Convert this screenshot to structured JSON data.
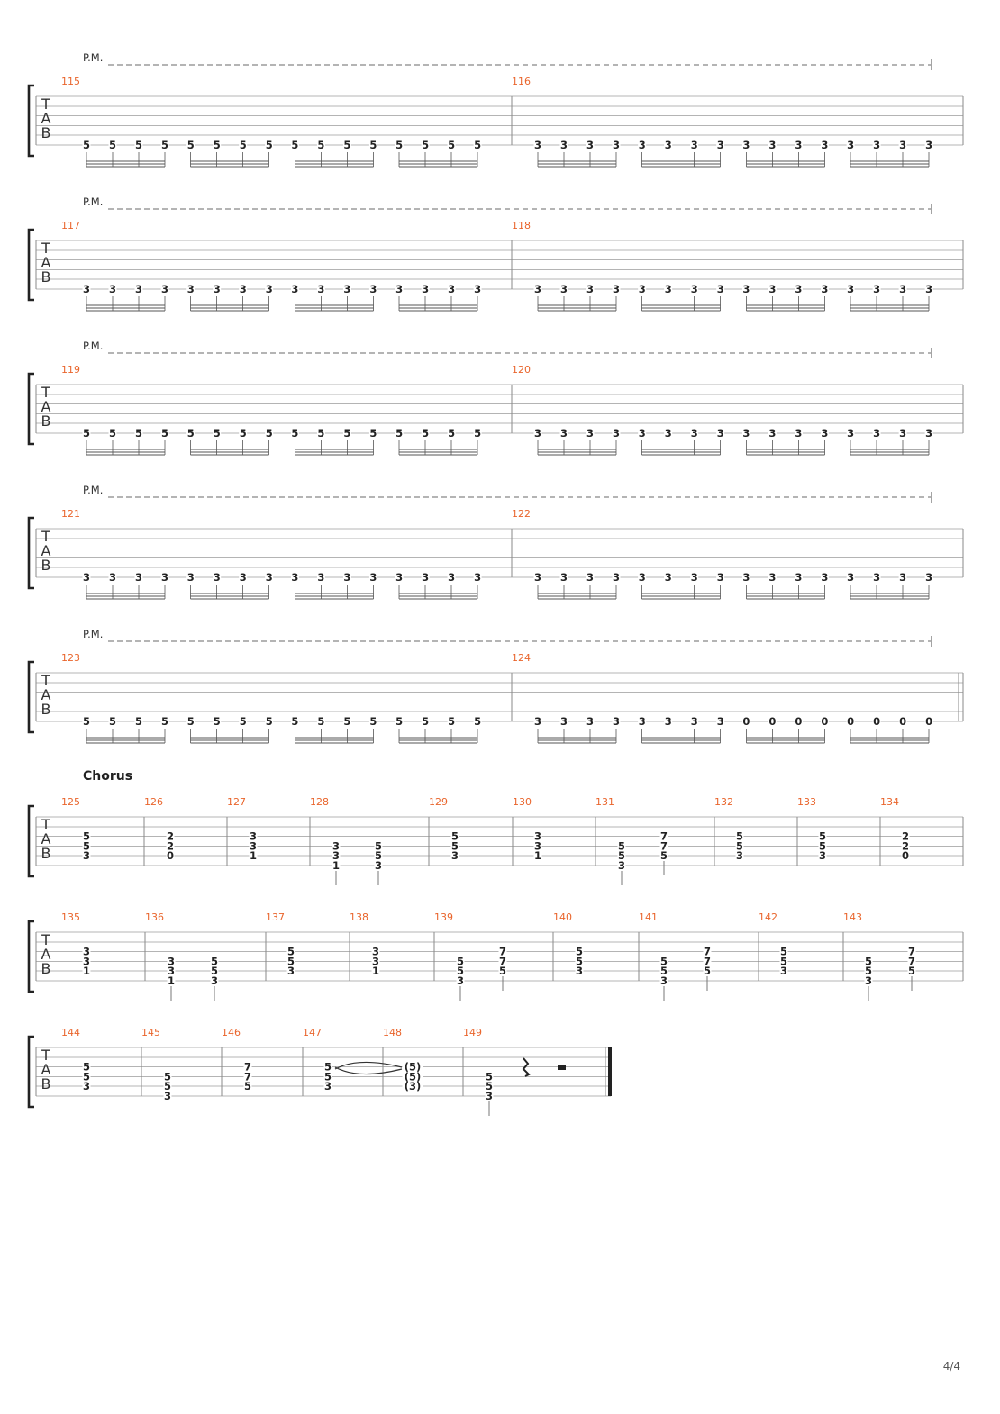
{
  "page_number": "4/4",
  "tab_letters": [
    "T",
    "A",
    "B"
  ],
  "pm_label": "P.M.",
  "section_label": "Chorus",
  "pm_systems": [
    {
      "measures": [
        {
          "number": "115",
          "notes": [
            "5",
            "5",
            "5",
            "5",
            "5",
            "5",
            "5",
            "5",
            "5",
            "5",
            "5",
            "5",
            "5",
            "5",
            "5",
            "5"
          ]
        },
        {
          "number": "116",
          "notes": [
            "3",
            "3",
            "3",
            "3",
            "3",
            "3",
            "3",
            "3",
            "3",
            "3",
            "3",
            "3",
            "3",
            "3",
            "3",
            "3"
          ]
        }
      ]
    },
    {
      "measures": [
        {
          "number": "117",
          "notes": [
            "3",
            "3",
            "3",
            "3",
            "3",
            "3",
            "3",
            "3",
            "3",
            "3",
            "3",
            "3",
            "3",
            "3",
            "3",
            "3"
          ]
        },
        {
          "number": "118",
          "notes": [
            "3",
            "3",
            "3",
            "3",
            "3",
            "3",
            "3",
            "3",
            "3",
            "3",
            "3",
            "3",
            "3",
            "3",
            "3",
            "3"
          ]
        }
      ]
    },
    {
      "measures": [
        {
          "number": "119",
          "notes": [
            "5",
            "5",
            "5",
            "5",
            "5",
            "5",
            "5",
            "5",
            "5",
            "5",
            "5",
            "5",
            "5",
            "5",
            "5",
            "5"
          ]
        },
        {
          "number": "120",
          "notes": [
            "3",
            "3",
            "3",
            "3",
            "3",
            "3",
            "3",
            "3",
            "3",
            "3",
            "3",
            "3",
            "3",
            "3",
            "3",
            "3"
          ]
        }
      ]
    },
    {
      "measures": [
        {
          "number": "121",
          "notes": [
            "3",
            "3",
            "3",
            "3",
            "3",
            "3",
            "3",
            "3",
            "3",
            "3",
            "3",
            "3",
            "3",
            "3",
            "3",
            "3"
          ]
        },
        {
          "number": "122",
          "notes": [
            "3",
            "3",
            "3",
            "3",
            "3",
            "3",
            "3",
            "3",
            "3",
            "3",
            "3",
            "3",
            "3",
            "3",
            "3",
            "3"
          ]
        }
      ]
    },
    {
      "measures": [
        {
          "number": "123",
          "notes": [
            "5",
            "5",
            "5",
            "5",
            "5",
            "5",
            "5",
            "5",
            "5",
            "5",
            "5",
            "5",
            "5",
            "5",
            "5",
            "5"
          ]
        },
        {
          "number": "124",
          "notes": [
            "3",
            "3",
            "3",
            "3",
            "3",
            "3",
            "3",
            "3",
            "0",
            "0",
            "0",
            "0",
            "0",
            "0",
            "0",
            "0"
          ]
        }
      ]
    }
  ],
  "chorus_systems": [
    {
      "measures": [
        {
          "number": "125",
          "chords": [
            {
              "frets": [
                [
                  3,
                  "5"
                ],
                [
                  4,
                  "5"
                ],
                [
                  5,
                  "3"
                ]
              ],
              "stem": false
            }
          ]
        },
        {
          "number": "126",
          "chords": [
            {
              "frets": [
                [
                  3,
                  "2"
                ],
                [
                  4,
                  "2"
                ],
                [
                  5,
                  "0"
                ]
              ],
              "stem": false
            }
          ]
        },
        {
          "number": "127",
          "chords": [
            {
              "frets": [
                [
                  3,
                  "3"
                ],
                [
                  4,
                  "3"
                ],
                [
                  5,
                  "1"
                ]
              ],
              "stem": false
            }
          ]
        },
        {
          "number": "128",
          "chords": [
            {
              "frets": [
                [
                  4,
                  "3"
                ],
                [
                  5,
                  "3"
                ],
                [
                  6,
                  "1"
                ]
              ],
              "stem": true
            },
            {
              "frets": [
                [
                  4,
                  "5"
                ],
                [
                  5,
                  "5"
                ],
                [
                  6,
                  "3"
                ]
              ],
              "stem": true
            }
          ]
        },
        {
          "number": "129",
          "chords": [
            {
              "frets": [
                [
                  3,
                  "5"
                ],
                [
                  4,
                  "5"
                ],
                [
                  5,
                  "3"
                ]
              ],
              "stem": false
            }
          ]
        },
        {
          "number": "130",
          "chords": [
            {
              "frets": [
                [
                  3,
                  "3"
                ],
                [
                  4,
                  "3"
                ],
                [
                  5,
                  "1"
                ]
              ],
              "stem": false
            }
          ]
        },
        {
          "number": "131",
          "chords": [
            {
              "frets": [
                [
                  4,
                  "5"
                ],
                [
                  5,
                  "5"
                ],
                [
                  6,
                  "3"
                ]
              ],
              "stem": true
            },
            {
              "frets": [
                [
                  3,
                  "7"
                ],
                [
                  4,
                  "7"
                ],
                [
                  5,
                  "5"
                ]
              ],
              "stem": true
            }
          ]
        },
        {
          "number": "132",
          "chords": [
            {
              "frets": [
                [
                  3,
                  "5"
                ],
                [
                  4,
                  "5"
                ],
                [
                  5,
                  "3"
                ]
              ],
              "stem": false
            }
          ]
        },
        {
          "number": "133",
          "chords": [
            {
              "frets": [
                [
                  3,
                  "5"
                ],
                [
                  4,
                  "5"
                ],
                [
                  5,
                  "3"
                ]
              ],
              "stem": false
            }
          ]
        },
        {
          "number": "134",
          "chords": [
            {
              "frets": [
                [
                  3,
                  "2"
                ],
                [
                  4,
                  "2"
                ],
                [
                  5,
                  "0"
                ]
              ],
              "stem": false
            }
          ]
        }
      ]
    },
    {
      "measures": [
        {
          "number": "135",
          "chords": [
            {
              "frets": [
                [
                  3,
                  "3"
                ],
                [
                  4,
                  "3"
                ],
                [
                  5,
                  "1"
                ]
              ],
              "stem": false
            }
          ]
        },
        {
          "number": "136",
          "chords": [
            {
              "frets": [
                [
                  4,
                  "3"
                ],
                [
                  5,
                  "3"
                ],
                [
                  6,
                  "1"
                ]
              ],
              "stem": true
            },
            {
              "frets": [
                [
                  4,
                  "5"
                ],
                [
                  5,
                  "5"
                ],
                [
                  6,
                  "3"
                ]
              ],
              "stem": true
            }
          ]
        },
        {
          "number": "137",
          "chords": [
            {
              "frets": [
                [
                  3,
                  "5"
                ],
                [
                  4,
                  "5"
                ],
                [
                  5,
                  "3"
                ]
              ],
              "stem": false
            }
          ]
        },
        {
          "number": "138",
          "chords": [
            {
              "frets": [
                [
                  3,
                  "3"
                ],
                [
                  4,
                  "3"
                ],
                [
                  5,
                  "1"
                ]
              ],
              "stem": false
            }
          ]
        },
        {
          "number": "139",
          "chords": [
            {
              "frets": [
                [
                  4,
                  "5"
                ],
                [
                  5,
                  "5"
                ],
                [
                  6,
                  "3"
                ]
              ],
              "stem": true
            },
            {
              "frets": [
                [
                  3,
                  "7"
                ],
                [
                  4,
                  "7"
                ],
                [
                  5,
                  "5"
                ]
              ],
              "stem": true
            }
          ]
        },
        {
          "number": "140",
          "chords": [
            {
              "frets": [
                [
                  3,
                  "5"
                ],
                [
                  4,
                  "5"
                ],
                [
                  5,
                  "3"
                ]
              ],
              "stem": false
            }
          ]
        },
        {
          "number": "141",
          "chords": [
            {
              "frets": [
                [
                  4,
                  "5"
                ],
                [
                  5,
                  "5"
                ],
                [
                  6,
                  "3"
                ]
              ],
              "stem": true
            },
            {
              "frets": [
                [
                  3,
                  "7"
                ],
                [
                  4,
                  "7"
                ],
                [
                  5,
                  "5"
                ]
              ],
              "stem": true
            }
          ]
        },
        {
          "number": "142",
          "chords": [
            {
              "frets": [
                [
                  3,
                  "5"
                ],
                [
                  4,
                  "5"
                ],
                [
                  5,
                  "3"
                ]
              ],
              "stem": false
            }
          ]
        },
        {
          "number": "143",
          "chords": [
            {
              "frets": [
                [
                  4,
                  "5"
                ],
                [
                  5,
                  "5"
                ],
                [
                  6,
                  "3"
                ]
              ],
              "stem": true
            },
            {
              "frets": [
                [
                  3,
                  "7"
                ],
                [
                  4,
                  "7"
                ],
                [
                  5,
                  "5"
                ]
              ],
              "stem": true
            }
          ]
        }
      ]
    },
    {
      "measures": [
        {
          "number": "144",
          "chords": [
            {
              "frets": [
                [
                  3,
                  "5"
                ],
                [
                  4,
                  "5"
                ],
                [
                  5,
                  "3"
                ]
              ],
              "stem": false
            }
          ]
        },
        {
          "number": "145",
          "chords": [
            {
              "frets": [
                [
                  4,
                  "5"
                ],
                [
                  5,
                  "5"
                ],
                [
                  6,
                  "3"
                ]
              ],
              "stem": false
            }
          ]
        },
        {
          "number": "146",
          "chords": [
            {
              "frets": [
                [
                  3,
                  "7"
                ],
                [
                  4,
                  "7"
                ],
                [
                  5,
                  "5"
                ]
              ],
              "stem": false
            }
          ]
        },
        {
          "number": "147",
          "chords": [
            {
              "frets": [
                [
                  3,
                  "5"
                ],
                [
                  4,
                  "5"
                ],
                [
                  5,
                  "3"
                ]
              ],
              "stem": false
            }
          ]
        },
        {
          "number": "148",
          "chords": [
            {
              "frets": [
                [
                  3,
                  "(5)"
                ],
                [
                  4,
                  "(5)"
                ],
                [
                  5,
                  "(3)"
                ]
              ],
              "stem": false
            }
          ]
        },
        {
          "number": "149",
          "chords": [
            {
              "frets": [
                [
                  4,
                  "5"
                ],
                [
                  5,
                  "5"
                ],
                [
                  6,
                  "3"
                ]
              ],
              "stem": true
            }
          ]
        }
      ]
    }
  ]
}
